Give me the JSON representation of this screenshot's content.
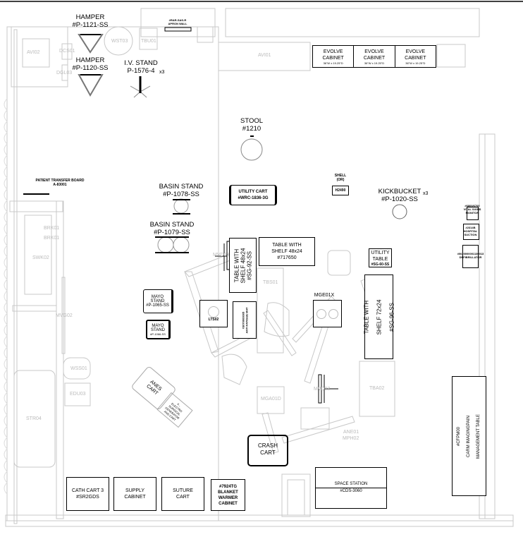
{
  "room": {
    "hamper_1": {
      "name": "HAMPER",
      "code": "#P-1121-SS"
    },
    "hamper_2": {
      "name": "HAMPER",
      "code": "#P-1120-SS"
    },
    "apron_wall": {
      "code": "#RAR-SAS-R",
      "name": "APRON WALL"
    },
    "iv_stand": {
      "name": "I.V. STAND",
      "code": "P-1576-4",
      "qty": "x3"
    },
    "evolve_cabinets": [
      {
        "name": "EVOLVE",
        "name2": "CABINET",
        "size": "36\"W x 19.25\"D"
      },
      {
        "name": "EVOLVE",
        "name2": "CABINET",
        "size": "36\"W x 19.25\"D"
      },
      {
        "name": "EVOLVE",
        "name2": "CABINET",
        "size": "36\"W x 19.25\"D"
      }
    ],
    "stool": {
      "name": "STOOL",
      "code": "#1210"
    },
    "patient_transfer_board": {
      "name": "PATIENT TRANSFER BOARD",
      "code": "A-83001"
    },
    "basin_stand_1": {
      "name": "BASIN STAND",
      "code": "#P-1078-SS"
    },
    "basin_stand_2": {
      "name": "BASIN STAND",
      "code": "#P-1079-SS"
    },
    "utility_cart": {
      "name": "UTILITY CART",
      "code": "#WRC-1836-3G"
    },
    "shell": {
      "name": "SHELL",
      "sub": "(OR)",
      "code": "H2490"
    },
    "kickbucket": {
      "name": "KICKBUCKET",
      "code": "#P-1020-SS",
      "qty": "x3"
    },
    "table_shelf_48_v": {
      "line1": "TABLE WITH",
      "line2": "SHELF 48x24",
      "line3": "#SG-92-SS"
    },
    "table_shelf_48_h": {
      "line1": "TABLE WITH",
      "line2": "SHELF 48x24",
      "line3": "#717650"
    },
    "utility_table": {
      "line1": "UTILITY",
      "line2": "TABLE",
      "line3": "#SG-60-SS"
    },
    "vital_signs": {
      "code": "#6800/6700",
      "line1": "VITAL SIGNS",
      "line2": "MONITOR"
    },
    "hospital_suction": {
      "code": "#2314B",
      "line1": "HOSPITAL",
      "line2": "SUCTION"
    },
    "defibrillator": {
      "code": "#0620000001130013",
      "line1": "DEFIBRILLATOR"
    },
    "mayo_stand_1": {
      "line1": "MAYO",
      "line2": "STAND",
      "line3": "#P-1065-SS"
    },
    "mayo_stand_2": {
      "line1": "MAYO",
      "line2": "STAND",
      "line3": "#P-1066-SS"
    },
    "lts02": "LTS02",
    "anti_fatigue_mat": {
      "code": "#3070000005",
      "name": "ANTI FATIGUE MAT"
    },
    "mge01x": "MGE01X",
    "table_shelf_72": {
      "line1": "TABLE WITH",
      "line2": "SHELF 72x24",
      "line3": "#SG-96-SS"
    },
    "anes_cart": {
      "line1": "ANES",
      "line2": "CART"
    },
    "electrosurgical_cart": {
      "line1": "#...",
      "line2": "ELECTRO",
      "line3": "SURGICAL",
      "line4": "GENERATOR",
      "line5": "AND CART"
    },
    "crash_cart": {
      "line1": "CRASH",
      "line2": "CART"
    },
    "carm_table": {
      "code": "#CFPM00",
      "line1": "CARM IMAGINGPAIN",
      "line2": "MANAGEMENT TABLE"
    },
    "cath_cart": {
      "line1": "CATH CART 3",
      "line2": "#SR2GDS"
    },
    "supply_cabinet": {
      "line1": "SUPPLY",
      "line2": "CABINET"
    },
    "suture_cart": {
      "line1": "SUTURE",
      "line2": "CART"
    },
    "blanket_warmer": {
      "line1": "#7924TG",
      "line2": "BLANKET",
      "line3": "WARMER",
      "line4": "CABINET"
    },
    "space_station": {
      "line1": "SPACE STATION",
      "line2": "#CDS-3060"
    }
  },
  "gray_tags": {
    "avi02": "AVI02",
    "dcs01": "DCS01",
    "dgl03": "DGL03",
    "wst03": "WST03",
    "tbu01": "TBU01",
    "avi01": "AVI01",
    "brk01a": "BRK01",
    "brk01b": "BRK01",
    "swk02": "SWK02",
    "mvg02": "MVG02",
    "mvd01": "MVD01",
    "tbs01": "TBS01",
    "wss01": "WSS01",
    "edu03": "EDU03",
    "str04": "STR04",
    "tba02": "TBA02",
    "mga01d": "MGA01D",
    "mvd02": "MVD02",
    "ane01": "ANE01",
    "mph02": "MPH02"
  }
}
